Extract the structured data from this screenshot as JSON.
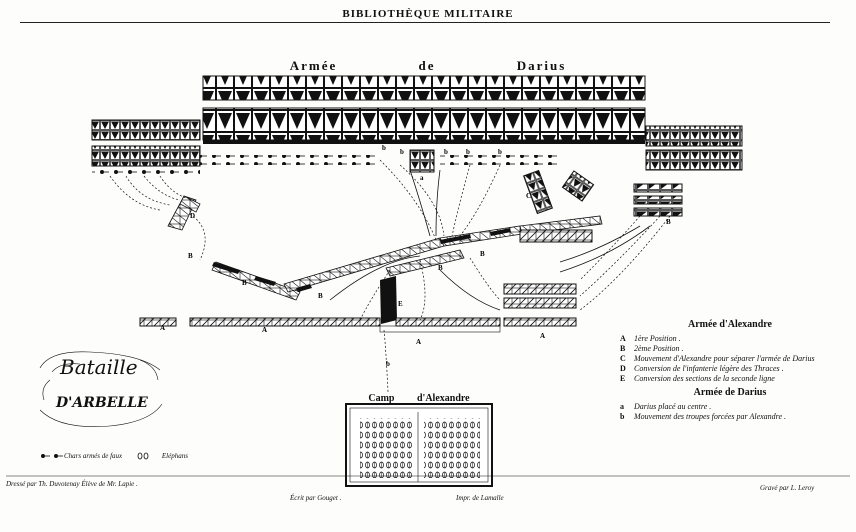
{
  "header": {
    "title": "BIBLIOTHÈQUE MILITAIRE"
  },
  "map_title": {
    "armee": "Armée",
    "de": "de",
    "darius": "Darius"
  },
  "cartouche": {
    "line1": "Bataille",
    "line2": "D'ARBELLE"
  },
  "camp": {
    "camp": "Camp",
    "alexandre": "d'Alexandre"
  },
  "legend": {
    "alexandre_title": "Armée d'Alexandre",
    "items": [
      {
        "key": "A",
        "text": "1ère Position ."
      },
      {
        "key": "B",
        "text": "2ème Position ."
      },
      {
        "key": "C",
        "text": "Mouvement d'Alexandre pour séparer l'armée de Darius"
      },
      {
        "key": "D",
        "text": "Conversion de l'infanterie légère des Thraces ."
      },
      {
        "key": "E",
        "text": "Conversion des sections de la seconde ligne"
      }
    ],
    "darius_title": "Armée de Darius",
    "darius_items": [
      {
        "key": "a",
        "text": "Darius placé au centre ."
      },
      {
        "key": "b",
        "text": "Mouvement des troupes forcées par Alexandre ."
      }
    ]
  },
  "symbols": {
    "chars": "Chars armés de faux",
    "elephants": "Eléphans"
  },
  "footer": {
    "drawn": "Dressé par Th. Duvotenay Élève de Mr. Lapie .",
    "written": "Écrit par Gouget .",
    "printed": "Impr. de Lamalle",
    "engraved": "Gravé par L. Leroy"
  },
  "map_labels": {
    "A": "A",
    "B": "B",
    "C": "C",
    "D": "D",
    "E": "E",
    "a": "a",
    "b": "b"
  },
  "colors": {
    "ink": "#111111",
    "paper": "#fdfdfb"
  }
}
